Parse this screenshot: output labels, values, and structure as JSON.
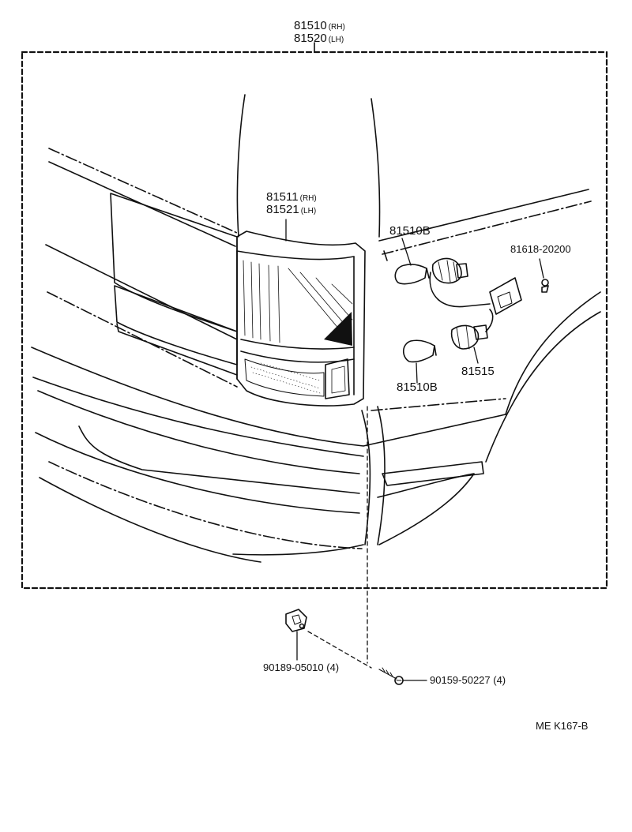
{
  "assembly": {
    "part_rh": "81510",
    "side_rh": "(RH)",
    "part_lh": "81520",
    "side_lh": "(LH)"
  },
  "lens": {
    "part_rh": "81511",
    "side_rh": "(RH)",
    "part_lh": "81521",
    "side_lh": "(LH)"
  },
  "callouts": {
    "bulb_top": "81510B",
    "screw_small": "81618-20200",
    "socket": "81515",
    "bulb_bottom": "81510B",
    "clip": "90189-05010 (4)",
    "screw": "90159-50227 (4)"
  },
  "footer": {
    "code": "ME  K167-B"
  }
}
